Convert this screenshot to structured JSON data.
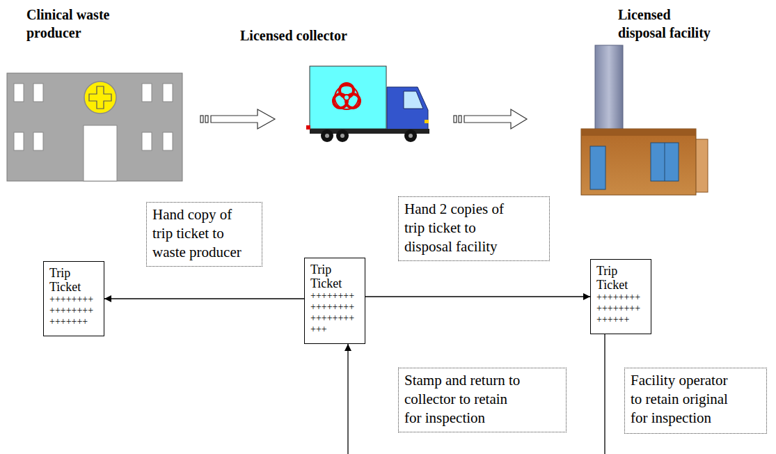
{
  "diagram": {
    "nodes": [
      {
        "text": [
          "Hand copy of trip ticket to waste producer"
        ]
      },
      {
        "text": [
          "Hand 2 copies of trip ticket to disposal facility"
        ]
      },
      {
        "text": [
          "Trip Ticket",
          "++++++++ ++++++++ +++++++"
        ]
      },
      {
        "text": [
          "Trip Ticket",
          "++++++++ ++++++++ ++++++++ +++"
        ]
      },
      {
        "text": [
          "Trip Ticket",
          "++++++++ ++++++++ ++++++"
        ]
      },
      {
        "text": [
          "Stamp and return to collector to retain for inspection"
        ]
      },
      {
        "text": [
          "Facility operator to retain original for inspection"
        ]
      }
    ],
    "edges": [
      {
        "from": 3,
        "to": 2,
        "arrow": "to"
      },
      {
        "from": 3,
        "to": 4,
        "arrow": "to"
      },
      {
        "from": 4,
        "to": 3,
        "arrow": "to"
      }
    ],
    "labels": [
      "Clinical waste producer",
      "Licensed collector",
      "Licensed disposal facility"
    ]
  }
}
